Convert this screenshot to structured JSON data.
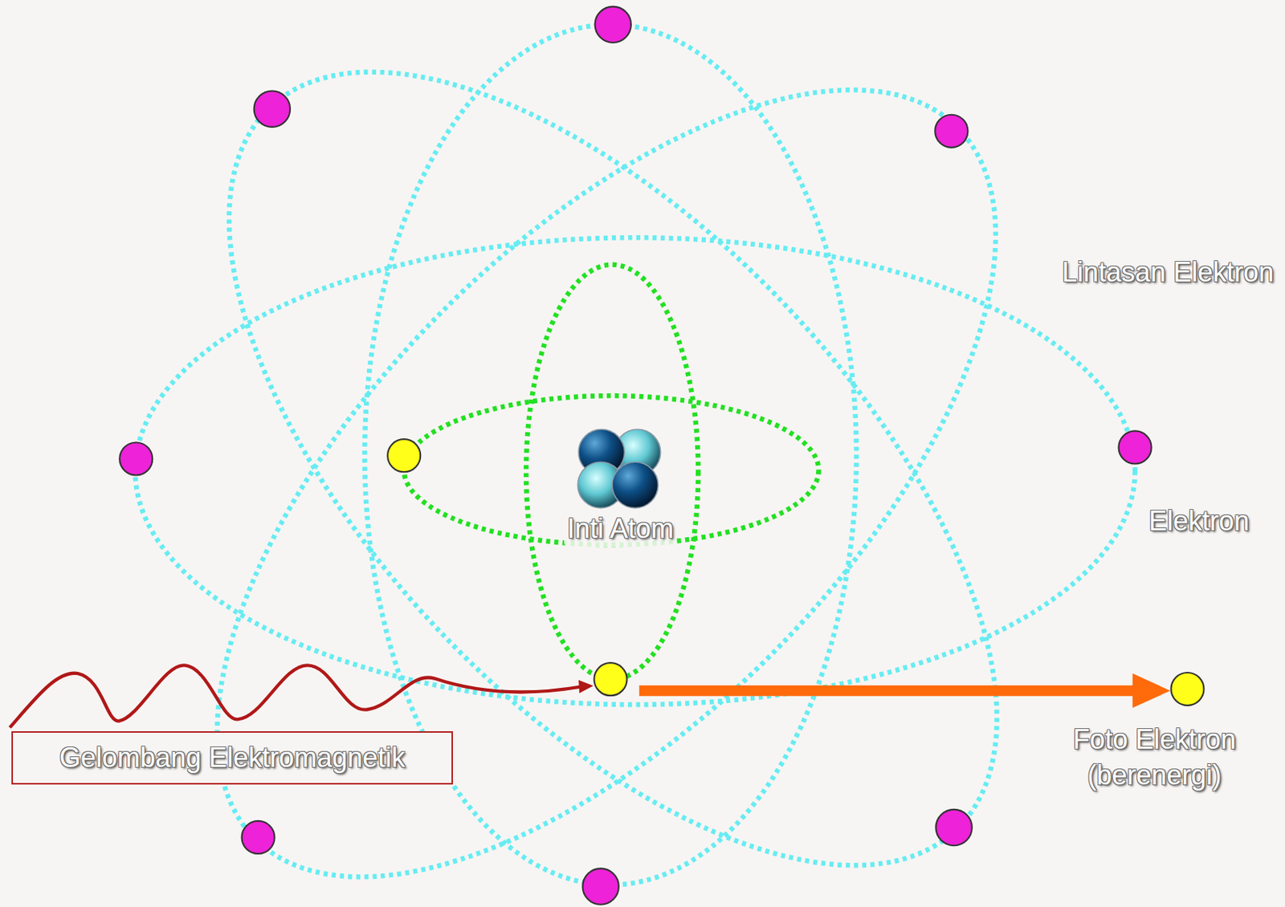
{
  "diagram": {
    "nodes": [
      {
        "text": [
          "Gelombang Elektromagnetik"
        ]
      }
    ],
    "labels": [
      "Lintasan Elektron",
      "Elektron",
      "Inti Atom",
      "Foto Elektron (berenergi)"
    ]
  }
}
